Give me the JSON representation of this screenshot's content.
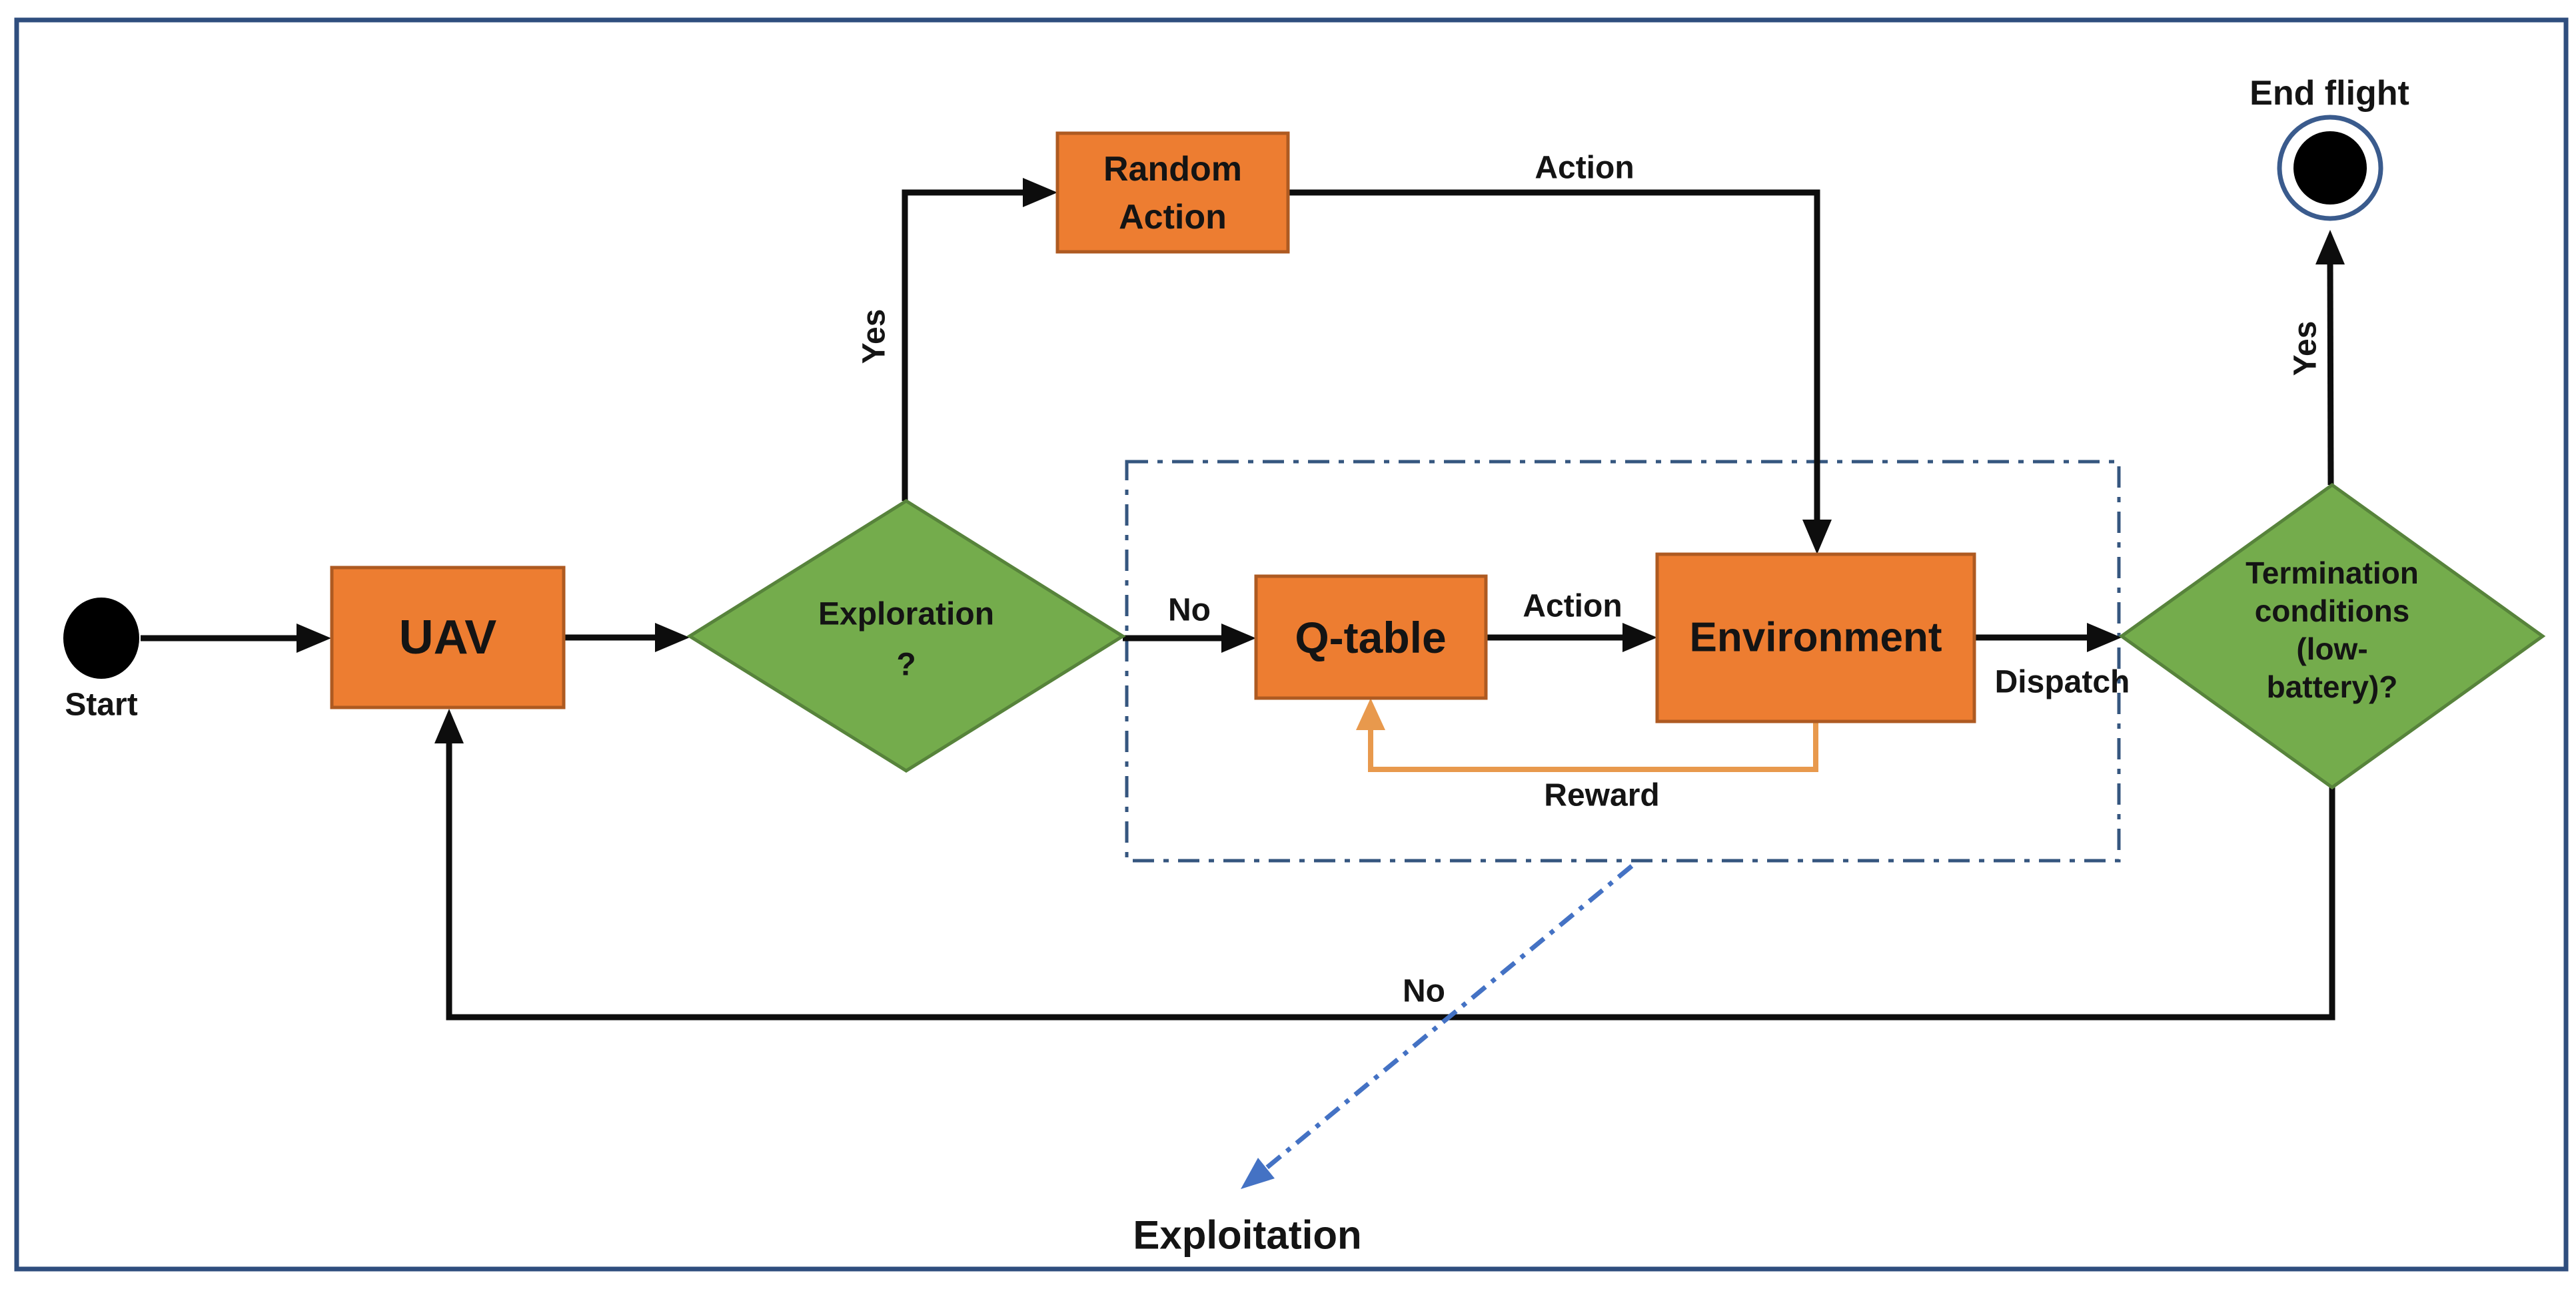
{
  "diagram": {
    "type": "flowchart",
    "nodes": {
      "start": {
        "label": "Start"
      },
      "uav": {
        "label": "UAV"
      },
      "exploration_decision": {
        "lines": [
          "Exploration",
          "?"
        ]
      },
      "random_action": {
        "lines": [
          "Random",
          "Action"
        ]
      },
      "q_table": {
        "label": "Q-table"
      },
      "environment": {
        "label": "Environment"
      },
      "termination_decision": {
        "lines": [
          "Termination",
          "conditions",
          "(low-",
          "battery)?"
        ]
      },
      "end_flight": {
        "label": "End flight"
      }
    },
    "edge_labels": {
      "exploration_yes": "Yes",
      "exploration_no": "No",
      "random_to_environment": "Action",
      "qtable_to_environment": "Action",
      "environment_to_termination": "Dispatch",
      "reward_feedback": "Reward",
      "termination_yes": "Yes",
      "termination_no": "No"
    },
    "annotations": {
      "exploitation": "Exploitation"
    },
    "colors": {
      "frame_border": "#2F4E7E",
      "process_fill": "#ED7D31",
      "process_border": "#AE5A21",
      "decision_fill": "#74AC4C",
      "decision_border": "#57833B",
      "edge_black": "#0D0D0D",
      "reward_edge": "#E8994D",
      "dashed_box": "#35567F",
      "exploitation_arrow": "#4472C4",
      "end_ring": "#3A5B8D",
      "terminator_fill": "#000000"
    }
  }
}
